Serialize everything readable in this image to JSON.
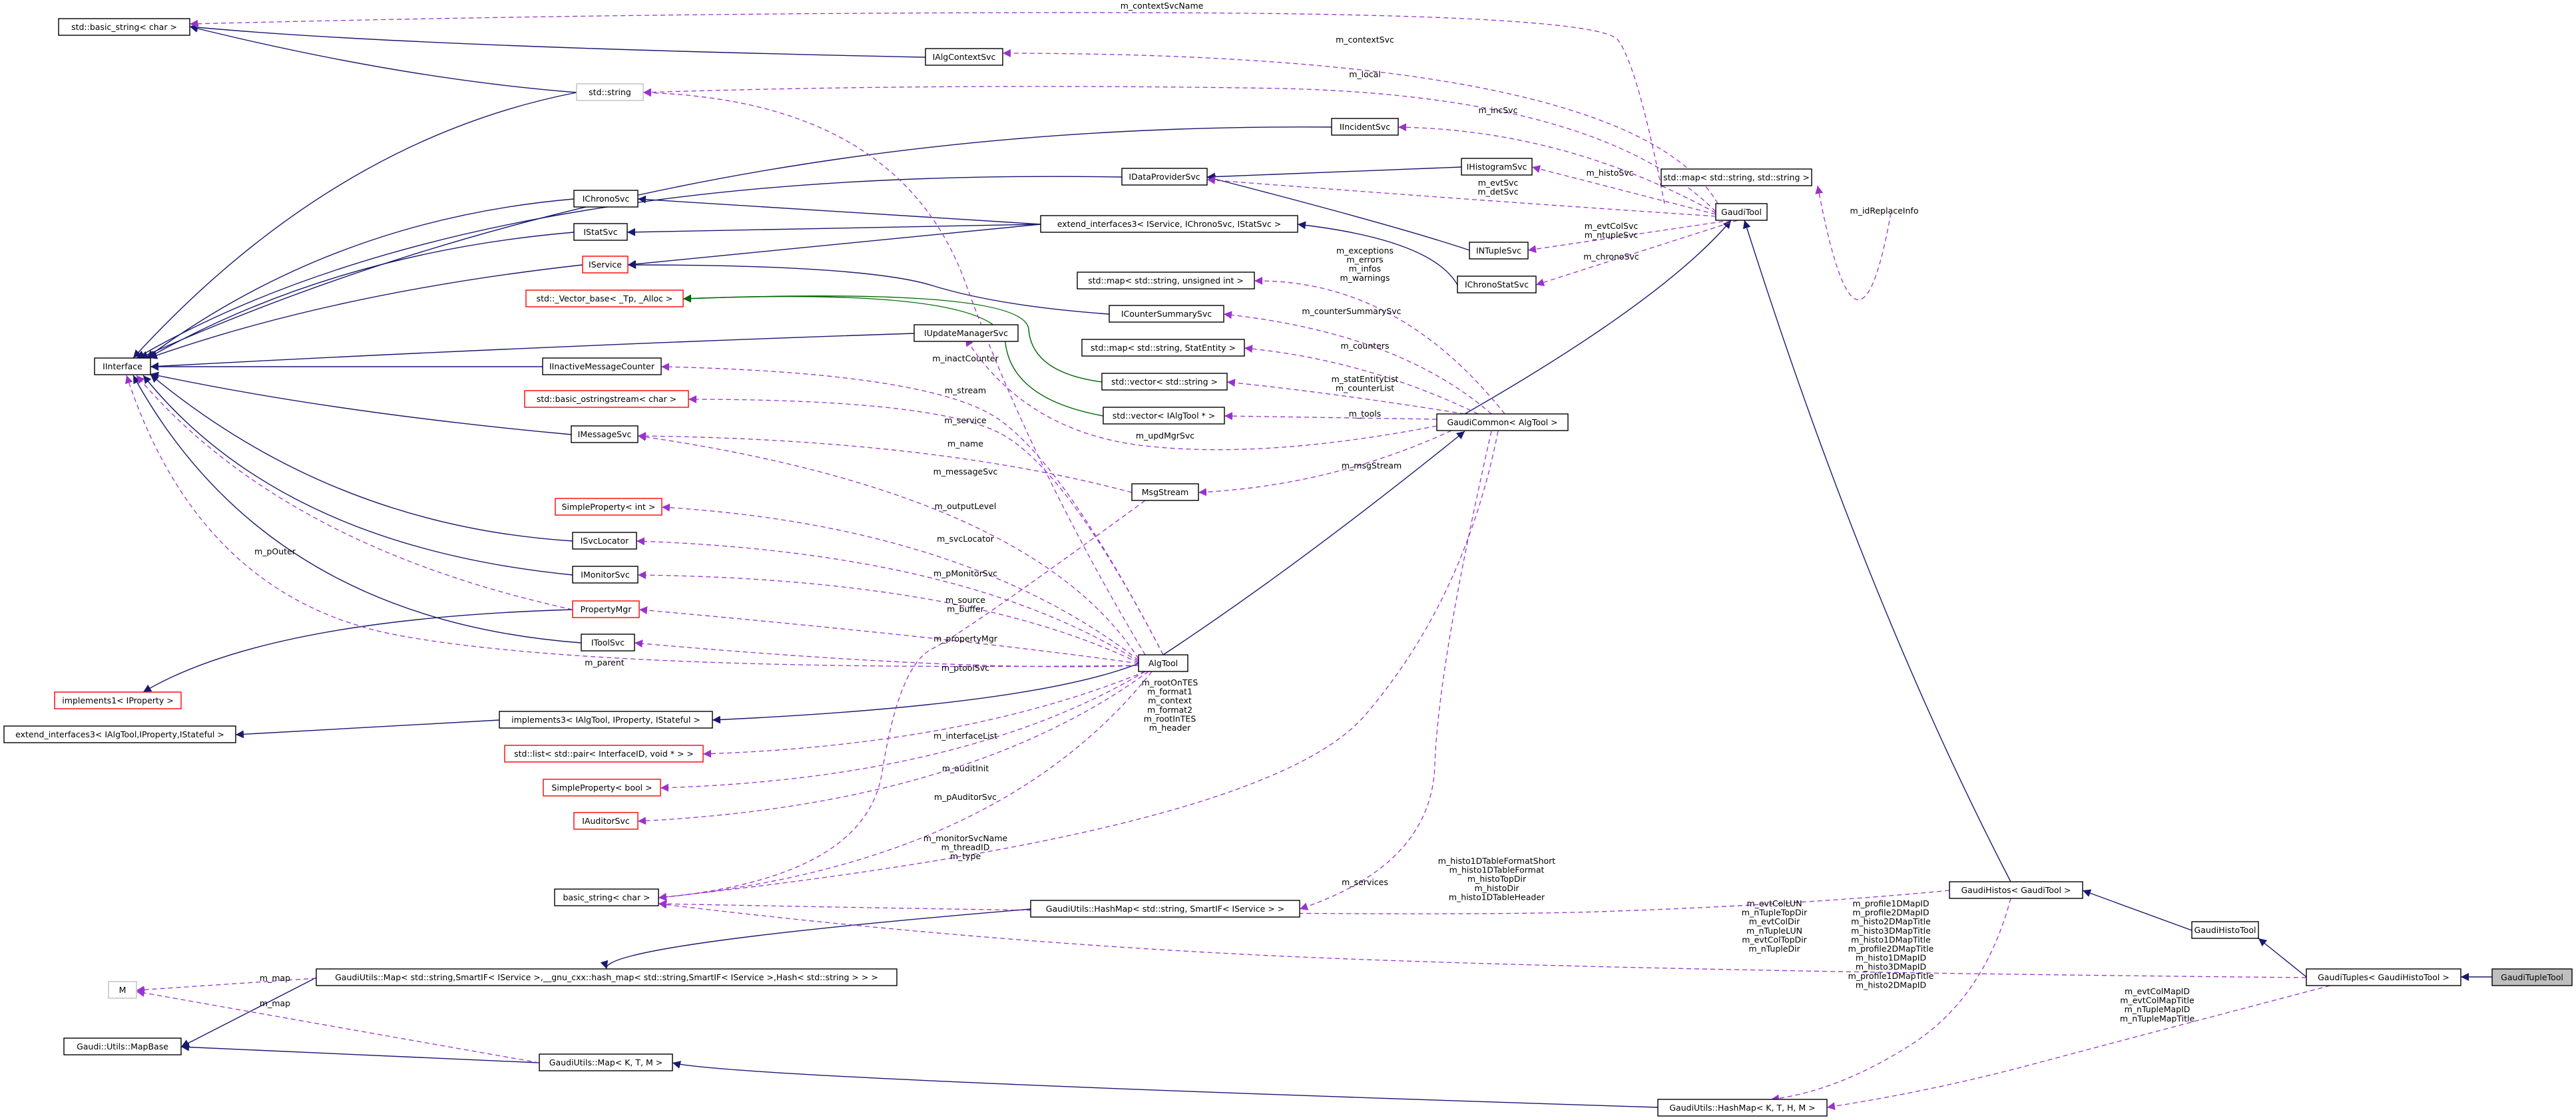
{
  "diagram": {
    "nodes": [
      {
        "id": "basic_string_char_top",
        "label": "std::basic_string< char >"
      },
      {
        "id": "IAlgContextSvc",
        "label": "IAlgContextSvc"
      },
      {
        "id": "std_string",
        "label": "std::string"
      },
      {
        "id": "IIncidentSvc",
        "label": "IIncidentSvc"
      },
      {
        "id": "IHistogramSvc",
        "label": "IHistogramSvc"
      },
      {
        "id": "IDataProviderSvc",
        "label": "IDataProviderSvc"
      },
      {
        "id": "map_string_string",
        "label": "std::map< std::string, std::string >"
      },
      {
        "id": "GaudiTool",
        "label": "GaudiTool"
      },
      {
        "id": "IChronoSvc",
        "label": "IChronoSvc"
      },
      {
        "id": "extend_interfaces3_svc",
        "label": "extend_interfaces3< IService, IChronoSvc, IStatSvc >"
      },
      {
        "id": "IStatSvc",
        "label": "IStatSvc"
      },
      {
        "id": "INTupleSvc",
        "label": "INTupleSvc"
      },
      {
        "id": "IService",
        "label": "IService"
      },
      {
        "id": "IChronoStatSvc",
        "label": "IChronoStatSvc"
      },
      {
        "id": "map_string_uint",
        "label": "std::map< std::string, unsigned int >"
      },
      {
        "id": "vector_base",
        "label": "std::_Vector_base< _Tp, _Alloc >"
      },
      {
        "id": "ICounterSummarySvc",
        "label": "ICounterSummarySvc"
      },
      {
        "id": "map_string_statentity",
        "label": "std::map< std::string, StatEntity >"
      },
      {
        "id": "IUpdateManagerSvc",
        "label": "IUpdateManagerSvc"
      },
      {
        "id": "IInterface",
        "label": "IInterface"
      },
      {
        "id": "IInactiveMessageCounter",
        "label": "IInactiveMessageCounter"
      },
      {
        "id": "vector_string",
        "label": "std::vector< std::string >"
      },
      {
        "id": "basic_ostringstream",
        "label": "std::basic_ostringstream< char >"
      },
      {
        "id": "vector_ialgtool",
        "label": "std::vector< IAlgTool * >"
      },
      {
        "id": "GaudiCommon",
        "label": "GaudiCommon< AlgTool >"
      },
      {
        "id": "IMessageSvc",
        "label": "IMessageSvc"
      },
      {
        "id": "MsgStream",
        "label": "MsgStream"
      },
      {
        "id": "SimpleProperty_int",
        "label": "SimpleProperty< int >"
      },
      {
        "id": "ISvcLocator",
        "label": "ISvcLocator"
      },
      {
        "id": "IMonitorSvc",
        "label": "IMonitorSvc"
      },
      {
        "id": "PropertyMgr",
        "label": "PropertyMgr"
      },
      {
        "id": "IToolSvc",
        "label": "IToolSvc"
      },
      {
        "id": "AlgTool",
        "label": "AlgTool"
      },
      {
        "id": "implements1_IProperty",
        "label": "implements1< IProperty >"
      },
      {
        "id": "implements3",
        "label": "implements3< IAlgTool, IProperty, IStateful >"
      },
      {
        "id": "extend_interfaces3_algtool",
        "label": "extend_interfaces3< IAlgTool,IProperty,IStateful >"
      },
      {
        "id": "list_pair",
        "label": "std::list< std::pair< InterfaceID, void * > >"
      },
      {
        "id": "SimpleProperty_bool",
        "label": "SimpleProperty< bool >"
      },
      {
        "id": "IAuditorSvc",
        "label": "IAuditorSvc"
      },
      {
        "id": "basic_string_char",
        "label": "basic_string< char >"
      },
      {
        "id": "HashMap_smartif",
        "label": "GaudiUtils::HashMap< std::string, SmartIF< IService > >"
      },
      {
        "id": "GaudiHistos",
        "label": "GaudiHistos< GaudiTool >"
      },
      {
        "id": "GaudiHistoTool",
        "label": "GaudiHistoTool"
      },
      {
        "id": "M",
        "label": "M"
      },
      {
        "id": "Map_hash",
        "label": "GaudiUtils::Map< std::string,SmartIF< IService >,__gnu_cxx::hash_map< std::string,SmartIF< IService >,Hash< std::string > > >"
      },
      {
        "id": "GaudiTuples",
        "label": "GaudiTuples< GaudiHistoTool >"
      },
      {
        "id": "GaudiTupleTool",
        "label": "GaudiTupleTool"
      },
      {
        "id": "MapBase",
        "label": "Gaudi::Utils::MapBase"
      },
      {
        "id": "Map_KTM",
        "label": "GaudiUtils::Map< K, T, M >"
      },
      {
        "id": "HashMap_KTHM",
        "label": "GaudiUtils::HashMap< K, T, H, M >"
      }
    ],
    "edge_labels": [
      {
        "id": "el_contextSvcName",
        "lines": [
          "m_contextSvcName"
        ]
      },
      {
        "id": "el_contextSvc",
        "lines": [
          "m_contextSvc"
        ]
      },
      {
        "id": "el_local",
        "lines": [
          "m_local"
        ]
      },
      {
        "id": "el_incSvc",
        "lines": [
          "m_incSvc"
        ]
      },
      {
        "id": "el_histoSvc",
        "lines": [
          "m_histoSvc"
        ]
      },
      {
        "id": "el_evtSvc",
        "lines": [
          "m_evtSvc",
          "m_detSvc"
        ]
      },
      {
        "id": "el_idReplaceInfo",
        "lines": [
          "m_idReplaceInfo"
        ]
      },
      {
        "id": "el_evtColSvc",
        "lines": [
          "m_evtColSvc",
          "m_ntupleSvc"
        ]
      },
      {
        "id": "el_chronoSvc",
        "lines": [
          "m_chronoSvc"
        ]
      },
      {
        "id": "el_exceptions",
        "lines": [
          "m_exceptions",
          "m_errors",
          "m_infos",
          "m_warnings"
        ]
      },
      {
        "id": "el_counterSummarySvc",
        "lines": [
          "m_counterSummarySvc"
        ]
      },
      {
        "id": "el_counters",
        "lines": [
          "m_counters"
        ]
      },
      {
        "id": "el_statEntityList",
        "lines": [
          "m_statEntityList",
          "m_counterList"
        ]
      },
      {
        "id": "el_tools",
        "lines": [
          "m_tools"
        ]
      },
      {
        "id": "el_updMgrSvc",
        "lines": [
          "m_updMgrSvc"
        ]
      },
      {
        "id": "el_msgStream",
        "lines": [
          "m_msgStream"
        ]
      },
      {
        "id": "el_inactCounter",
        "lines": [
          "m_inactCounter"
        ]
      },
      {
        "id": "el_stream",
        "lines": [
          "m_stream"
        ]
      },
      {
        "id": "el_service",
        "lines": [
          "m_service"
        ]
      },
      {
        "id": "el_name",
        "lines": [
          "m_name"
        ]
      },
      {
        "id": "el_messageSvc",
        "lines": [
          "m_messageSvc"
        ]
      },
      {
        "id": "el_outputLevel",
        "lines": [
          "m_outputLevel"
        ]
      },
      {
        "id": "el_svcLocator",
        "lines": [
          "m_svcLocator"
        ]
      },
      {
        "id": "el_pOuter",
        "lines": [
          "m_pOuter"
        ]
      },
      {
        "id": "el_pMonitorSvc",
        "lines": [
          "m_pMonitorSvc"
        ]
      },
      {
        "id": "el_source",
        "lines": [
          "m_source",
          "m_buffer"
        ]
      },
      {
        "id": "el_propertyMgr",
        "lines": [
          "m_propertyMgr"
        ]
      },
      {
        "id": "el_parent",
        "lines": [
          "m_parent"
        ]
      },
      {
        "id": "el_ptoolSvc",
        "lines": [
          "m_ptoolSvc"
        ]
      },
      {
        "id": "el_rootOnTES",
        "lines": [
          "m_rootOnTES",
          "m_format1",
          "m_context",
          "m_format2",
          "m_rootInTES",
          "m_header"
        ]
      },
      {
        "id": "el_interfaceList",
        "lines": [
          "m_interfaceList"
        ]
      },
      {
        "id": "el_auditInit",
        "lines": [
          "m_auditInit"
        ]
      },
      {
        "id": "el_pAuditorSvc",
        "lines": [
          "m_pAuditorSvc"
        ]
      },
      {
        "id": "el_monitorSvcName",
        "lines": [
          "m_monitorSvcName",
          "m_threadID",
          "m_type"
        ]
      },
      {
        "id": "el_histo1DTable",
        "lines": [
          "m_histo1DTableFormatShort",
          "m_histo1DTableFormat",
          "m_histoTopDir",
          "m_histoDir",
          "m_histo1DTableHeader"
        ]
      },
      {
        "id": "el_services",
        "lines": [
          "m_services"
        ]
      },
      {
        "id": "el_evtColLUN",
        "lines": [
          "m_evtColLUN",
          "m_nTupleTopDir",
          "m_evtColDir",
          "m_nTupleLUN",
          "m_evtColTopDir",
          "m_nTupleDir"
        ]
      },
      {
        "id": "el_profile1DMapID",
        "lines": [
          "m_profile1DMapID",
          "m_profile2DMapID",
          "m_histo2DMapTitle",
          "m_histo3DMapTitle",
          "m_histo1DMapTitle",
          "m_profile2DMapTitle",
          "m_histo1DMapID",
          "m_histo3DMapID",
          "m_profile1DMapTitle",
          "m_histo2DMapID"
        ]
      },
      {
        "id": "el_map1",
        "lines": [
          "m_map"
        ]
      },
      {
        "id": "el_map2",
        "lines": [
          "m_map"
        ]
      },
      {
        "id": "el_evtColMapID",
        "lines": [
          "m_evtColMapID",
          "m_evtColMapTitle",
          "m_nTupleMapID",
          "m_nTupleMapTitle"
        ]
      }
    ]
  }
}
